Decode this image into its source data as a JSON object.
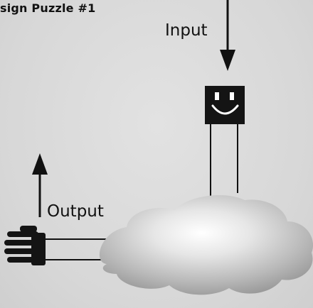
{
  "figure": {
    "title": "sign Puzzle #1",
    "labels": {
      "input": "Input",
      "output": "Output"
    },
    "icons": [
      "smiley-face-icon",
      "hand-icon",
      "cloud-icon",
      "arrow-down-icon",
      "arrow-up-icon"
    ],
    "colors": {
      "background": "#d9d9d9",
      "ink": "#111111",
      "cloud_highlight": "#ffffff",
      "cloud_shadow": "#9a9a9a"
    }
  }
}
